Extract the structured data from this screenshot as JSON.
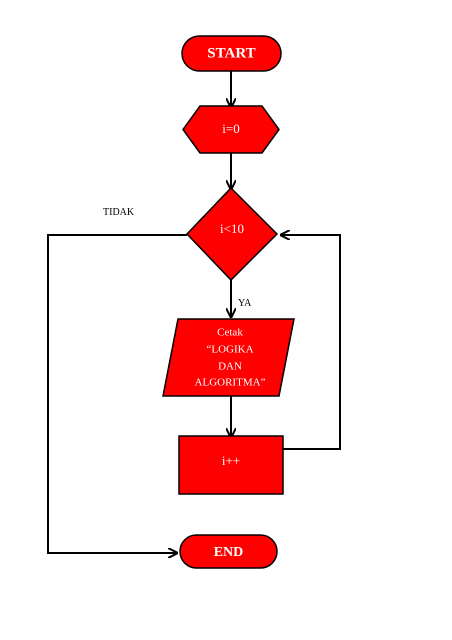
{
  "colors": {
    "node_fill": "#ff0000",
    "node_text": "#ffffff",
    "stroke": "#000000",
    "background": "#ffffff"
  },
  "nodes": {
    "start": {
      "shape": "terminator",
      "label": "START"
    },
    "init": {
      "shape": "preparation",
      "label": "i=0"
    },
    "decision": {
      "shape": "decision",
      "label": "i<10"
    },
    "output": {
      "shape": "data",
      "lines": [
        "Cetak",
        "“LOGIKA",
        "DAN",
        "ALGORITMA”"
      ]
    },
    "increment": {
      "shape": "process",
      "label": "i++"
    },
    "end": {
      "shape": "terminator",
      "label": "END"
    }
  },
  "edges": {
    "no_label": "TIDAK",
    "yes_label": "YA"
  }
}
